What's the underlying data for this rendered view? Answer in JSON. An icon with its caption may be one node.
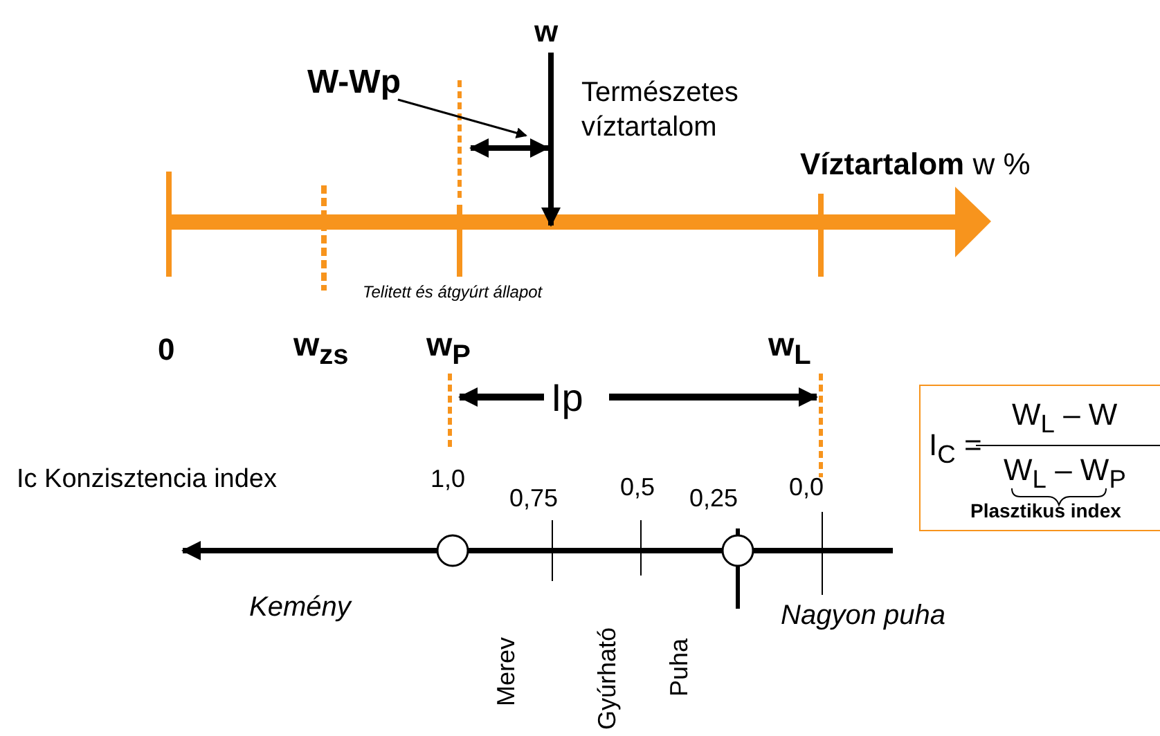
{
  "diagram": {
    "nodes": [
      {
        "text": [
          "W-Wp"
        ]
      },
      {
        "text": [
          "w"
        ]
      },
      {
        "text": [
          "I$_{C}$ =",
          "W$_{L}$ – W",
          "W$_{L}$ – W$_{P}$",
          "Plasztikus index"
        ]
      }
    ],
    "edges": [
      {
        "from": 0,
        "to": null,
        "arrow": "to"
      },
      {
        "from": 1,
        "to": null,
        "arrow": "to",
        "style": "thick"
      }
    ],
    "labels": [
      "Természetes víztartalom",
      "**Víztartalom** w %",
      "Telitett és átgyúrt állapot",
      "0",
      "w$_{zs}$",
      "w$_{P}$",
      "w$_{L}$",
      "Ip",
      "Ic Konzisztencia index",
      "1,0",
      "0,75",
      "0,5",
      "0,25",
      "0,0",
      "Kemény",
      "Nagyon puha",
      "Merev",
      "Gyúrható",
      "Puha"
    ]
  }
}
